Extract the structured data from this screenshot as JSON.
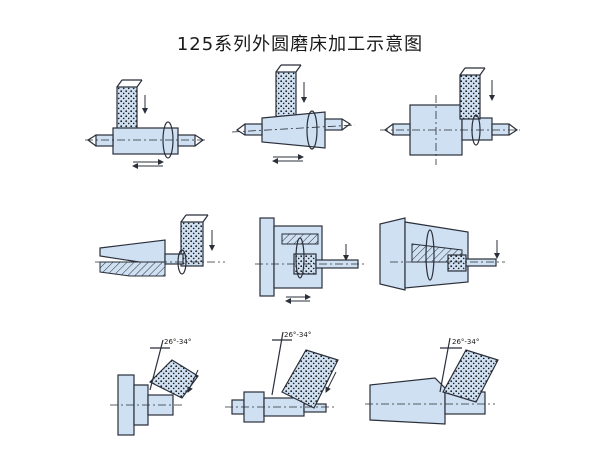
{
  "title": "125系列外圆磨床加工示意图",
  "angle_label": "26°-34°",
  "colors": {
    "workpiece": "#cfe0f2",
    "line": "#2a2f3a",
    "wheel_dot": "#1a1a1a"
  },
  "icon_names": [
    "grinding-wheel",
    "workpiece",
    "chuck",
    "center",
    "feed-arrow",
    "rotation-arrow"
  ]
}
